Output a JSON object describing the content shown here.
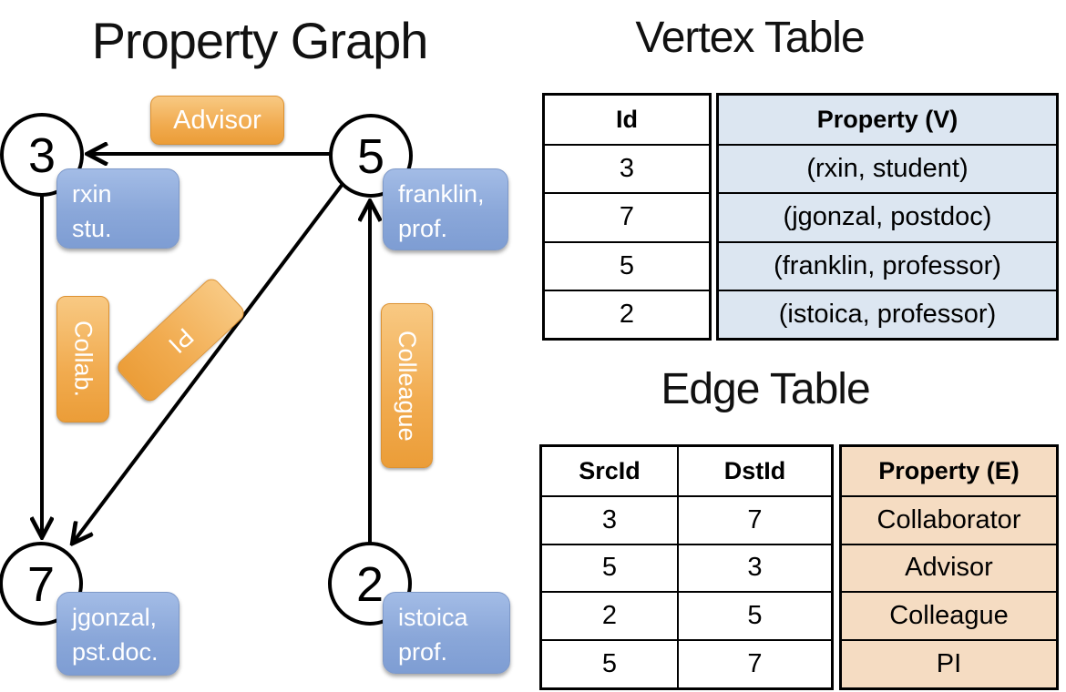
{
  "graph": {
    "title": "Property Graph",
    "nodes": [
      {
        "id": "3"
      },
      {
        "id": "5"
      },
      {
        "id": "7"
      },
      {
        "id": "2"
      }
    ],
    "vertex_labels": [
      {
        "line1": "rxin",
        "line2": "stu."
      },
      {
        "line1": "franklin,",
        "line2": "prof."
      },
      {
        "line1": "jgonzal,",
        "line2": "pst.doc."
      },
      {
        "line1": "istoica",
        "line2": "prof."
      }
    ],
    "edge_labels": {
      "advisor": "Advisor",
      "collab": "Collab.",
      "pi": "PI",
      "colleague": "Colleague"
    }
  },
  "vertex_table": {
    "title": "Vertex Table",
    "col_id": "Id",
    "col_prop": "Property (V)",
    "rows": [
      {
        "id": "3",
        "prop": "(rxin, student)"
      },
      {
        "id": "7",
        "prop": "(jgonzal, postdoc)"
      },
      {
        "id": "5",
        "prop": "(franklin, professor)"
      },
      {
        "id": "2",
        "prop": "(istoica, professor)"
      }
    ]
  },
  "edge_table": {
    "title": "Edge Table",
    "col_src": "SrcId",
    "col_dst": "DstId",
    "col_prop": "Property (E)",
    "rows": [
      {
        "src": "3",
        "dst": "7",
        "prop": "Collaborator"
      },
      {
        "src": "5",
        "dst": "3",
        "prop": "Advisor"
      },
      {
        "src": "2",
        "dst": "5",
        "prop": "Colleague"
      },
      {
        "src": "5",
        "dst": "7",
        "prop": "PI"
      }
    ]
  },
  "colors": {
    "edge_label_orange": "#f0aa4e",
    "vertex_label_blue": "#8aa7d9",
    "vertex_table_fill": "#dce6f1",
    "edge_table_fill": "#f5dcc2",
    "line_black": "#000000"
  }
}
